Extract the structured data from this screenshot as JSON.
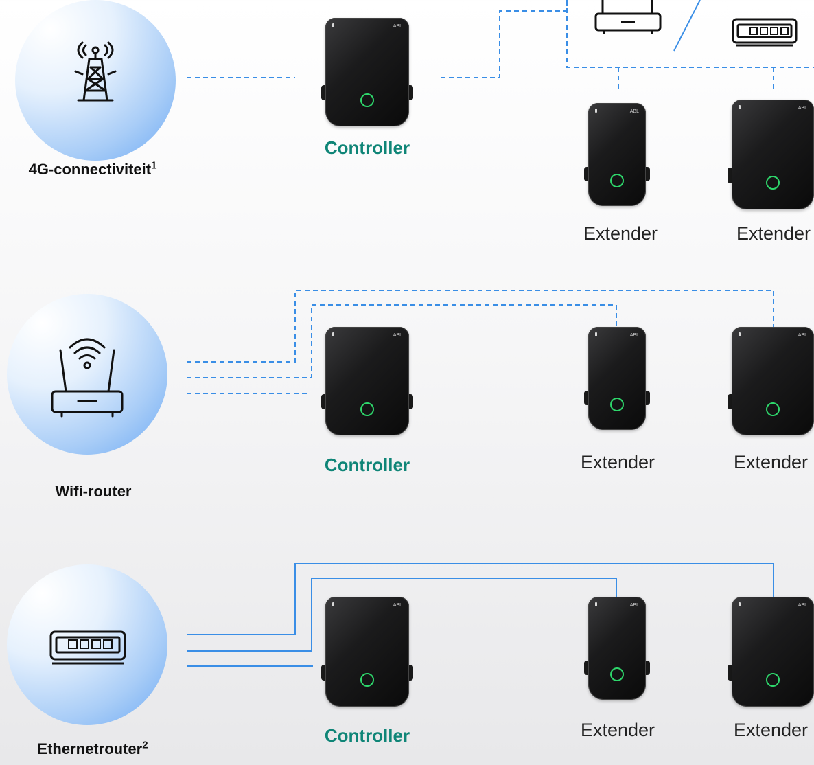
{
  "rows": [
    {
      "source_label": "4G-connectiviteit",
      "source_sup": "1",
      "source_icon": "cell-tower-icon",
      "connection": "dashed"
    },
    {
      "source_label": "Wifi-router",
      "source_sup": "",
      "source_icon": "wifi-router-icon",
      "connection": "dashed"
    },
    {
      "source_label": "Ethernetrouter",
      "source_sup": "2",
      "source_icon": "ethernet-switch-icon",
      "connection": "solid"
    }
  ],
  "labels": {
    "controller": "Controller",
    "extender": "Extender",
    "charger_logo": "ABL"
  },
  "colors": {
    "controller_text": "#0f8577",
    "line": "#3a8ee6",
    "circle_accent": "#6aa8f3",
    "led_ring": "#2ed66b"
  }
}
